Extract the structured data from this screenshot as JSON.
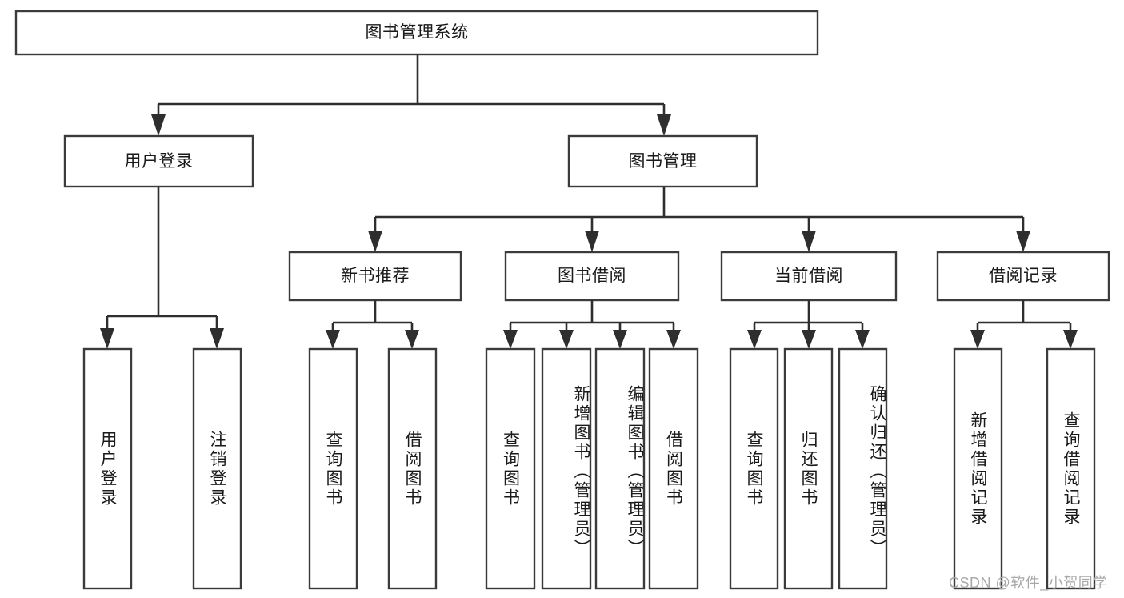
{
  "diagram": {
    "type": "tree-hierarchy-chart",
    "title": "图书管理系统",
    "colors": {
      "box_stroke": "#3b3b3b",
      "connector": "#2e2e2e",
      "background": "#ffffff",
      "text": "#1a1a1a",
      "watermark": "#a8a8a8"
    },
    "root": {
      "label": "图书管理系统"
    },
    "level2": [
      {
        "label": "用户登录"
      },
      {
        "label": "图书管理"
      }
    ],
    "level3": [
      {
        "label": "新书推荐"
      },
      {
        "label": "图书借阅"
      },
      {
        "label": "当前借阅"
      },
      {
        "label": "借阅记录"
      }
    ],
    "leaves": {
      "user_login": [
        {
          "label": "用户登录"
        },
        {
          "label": "注销登录"
        }
      ],
      "new_book_recommend": [
        {
          "label": "查询图书"
        },
        {
          "label": "借阅图书"
        }
      ],
      "book_borrow": [
        {
          "label": "查询图书"
        },
        {
          "label": "新增图书（管理员）"
        },
        {
          "label": "编辑图书（管理员）"
        },
        {
          "label": "借阅图书"
        }
      ],
      "current_borrow": [
        {
          "label": "查询图书"
        },
        {
          "label": "归还图书"
        },
        {
          "label": "确认归还（管理员）"
        }
      ],
      "borrow_record": [
        {
          "label": "新增借阅记录"
        },
        {
          "label": "查询借阅记录"
        }
      ]
    }
  },
  "watermark": {
    "text": "CSDN @软件_小贺同学"
  }
}
